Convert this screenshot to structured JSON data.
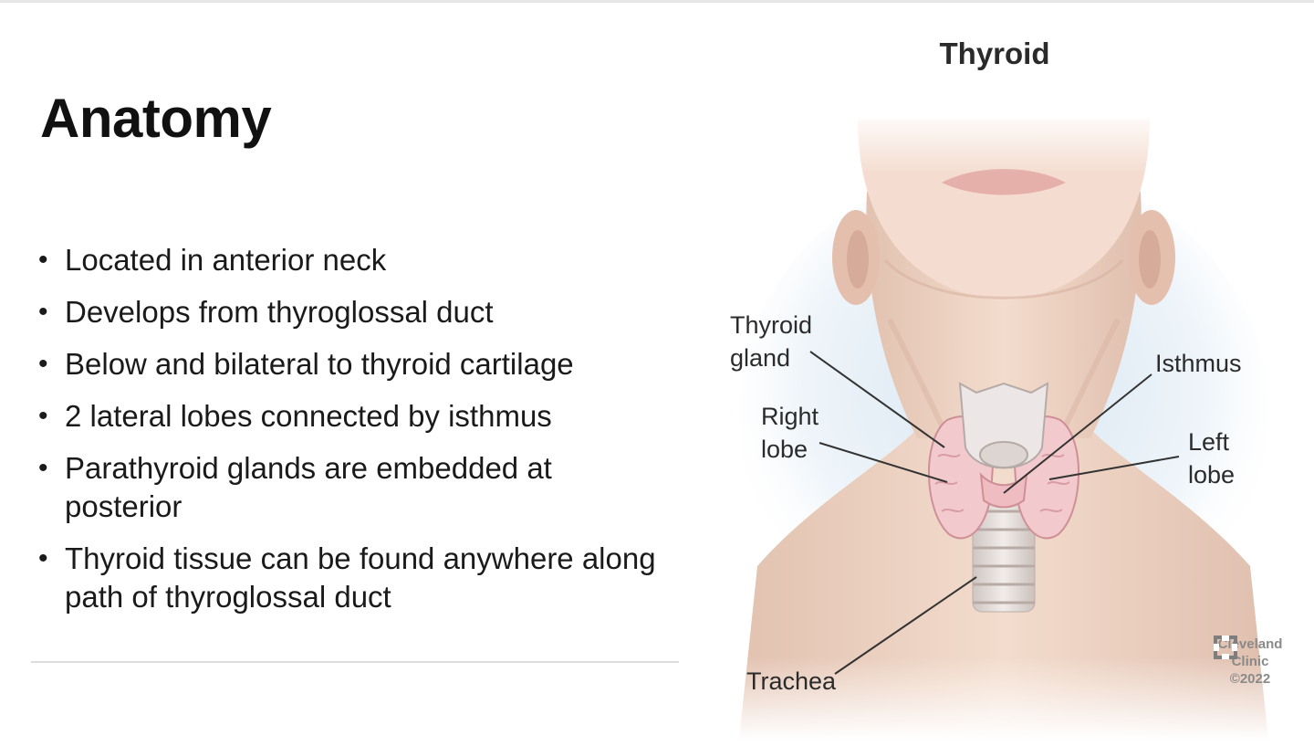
{
  "slide": {
    "title": "Anatomy",
    "bullets": [
      "Located in anterior neck",
      "Develops from thyroglossal duct",
      "Below and bilateral to thyroid cartilage",
      "2 lateral lobes connected by isthmus",
      "Parathyroid glands are embedded at posterior",
      "Thyroid tissue can be found anywhere along path of thyroglossal duct"
    ]
  },
  "figure": {
    "title": "Thyroid",
    "labels": {
      "thyroid_gland": "Thyroid\ngland",
      "right_lobe": "Right\nlobe",
      "isthmus": "Isthmus",
      "left_lobe": "Left\nlobe",
      "trachea": "Trachea"
    },
    "logo": {
      "line1": "Cleveland",
      "line2": "Clinic",
      "line3": "©2022"
    }
  }
}
